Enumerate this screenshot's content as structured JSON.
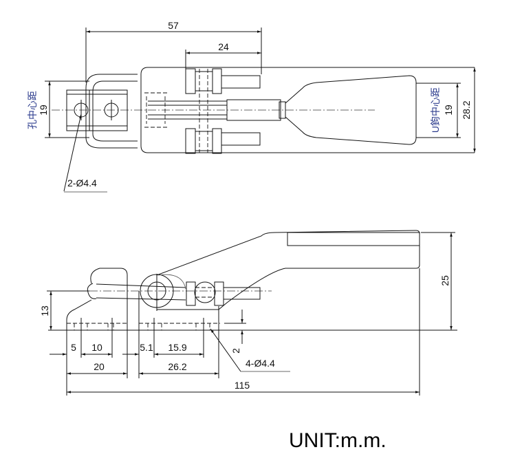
{
  "top_view": {
    "dim_overall_length": "57",
    "dim_bolt_span": "24",
    "hole_spacing_label": "孔中心距",
    "hole_spacing_value": "19",
    "hole_callout": "2-Ø4.4",
    "hook_spacing_label": "U鉤中心距",
    "hook_spacing_value": "19",
    "dim_width": "28.2"
  },
  "side_view": {
    "dim_height_13": "13",
    "dim_height_25": "25",
    "dim_thickness": "2",
    "dim_5": "5",
    "dim_10": "10",
    "dim_5_1": "5.1",
    "dim_15_9": "15.9",
    "dim_20": "20",
    "dim_26_2": "26.2",
    "dim_total": "115",
    "hole_callout": "4-Ø4.4"
  },
  "unit_label": "UNIT:m.m."
}
